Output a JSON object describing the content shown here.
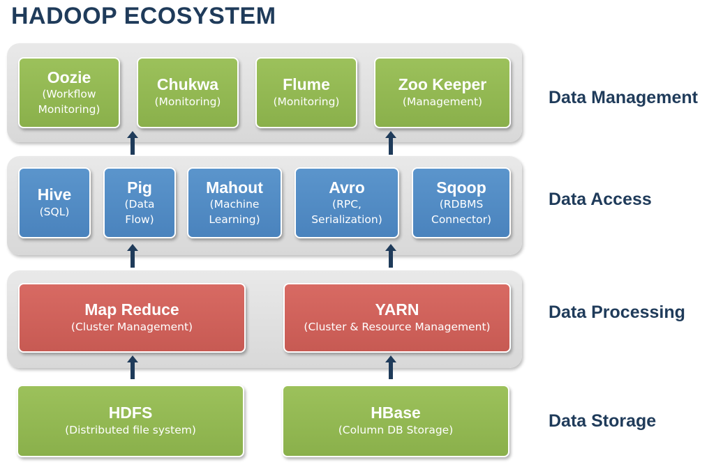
{
  "title": "HADOOP ECOSYSTEM",
  "layers": {
    "management": {
      "label": "Data Management",
      "boxes": [
        {
          "name": "Oozie",
          "sub": "(Workflow\nMonitoring)"
        },
        {
          "name": "Chukwa",
          "sub": "(Monitoring)"
        },
        {
          "name": "Flume",
          "sub": "(Monitoring)"
        },
        {
          "name": "Zoo Keeper",
          "sub": "(Management)"
        }
      ]
    },
    "access": {
      "label": "Data Access",
      "boxes": [
        {
          "name": "Hive",
          "sub": "(SQL)"
        },
        {
          "name": "Pig",
          "sub": "(Data\nFlow)"
        },
        {
          "name": "Mahout",
          "sub": "(Machine\nLearning)"
        },
        {
          "name": "Avro",
          "sub": "(RPC,\nSerialization)"
        },
        {
          "name": "Sqoop",
          "sub": "(RDBMS\nConnector)"
        }
      ]
    },
    "processing": {
      "label": "Data Processing",
      "boxes": [
        {
          "name": "Map Reduce",
          "sub": "(Cluster Management)"
        },
        {
          "name": "YARN",
          "sub": "(Cluster & Resource Management)"
        }
      ]
    },
    "storage": {
      "label": "Data Storage",
      "boxes": [
        {
          "name": "HDFS",
          "sub": "(Distributed file system)"
        },
        {
          "name": "HBase",
          "sub": "(Column DB Storage)"
        }
      ]
    }
  },
  "colors": {
    "title": "#1f3b5a",
    "green": "#8fb550",
    "blue": "#4f8ac4",
    "red": "#cd6058",
    "arrow": "#1f3b5a",
    "layer_bg": "#e0e0e0"
  }
}
